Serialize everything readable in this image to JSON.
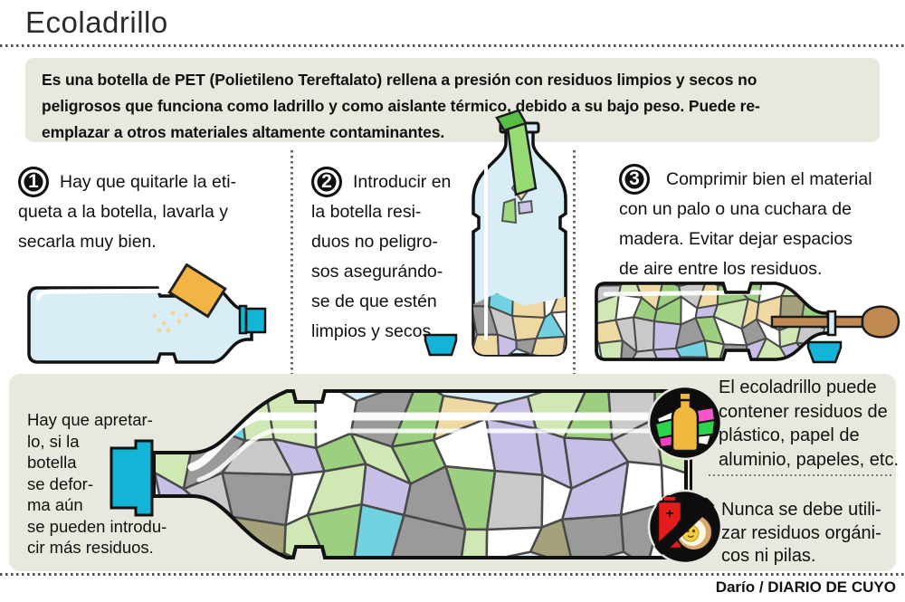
{
  "title": "Ecoladrillo",
  "intro": "Es una botella de PET (Polietileno Tereftalato) rellena a presión con residuos limpios y secos no\npeligrosos que funciona como ladrillo y como aislante térmico, debido a su bajo peso. Puede re-\nemplazar a otros materiales altamente contaminantes.",
  "steps": [
    {
      "number": "1",
      "text": "Hay que quitarle la eti-\nqueta a la botella, lavarla y\nsecarla muy bien."
    },
    {
      "number": "2",
      "text": "Introducir en\nla botella resi-\nduos no peligro-\nsos asegurándo-\nse de que estén\nlimpios y secos."
    },
    {
      "number": "3",
      "text": "Comprimir bien el material\ncon un palo o una cuchara de\nmadera. Evitar dejar espacios\nde aire entre los residuos."
    }
  ],
  "bottom": {
    "squeeze_note": "Hay que apretar-\nlo, si la\nbotella\nse defor-\nma aún\nse pueden introdu-\ncir más residuos.",
    "callouts": [
      {
        "icon": "plastic-waste-bottle-icon",
        "text": "El ecoladrillo puede\ncontener residuos de\nplástico, papel de\naluminio, papeles, etc."
      },
      {
        "icon": "no-battery-organic-icon",
        "text": "Nunca se debe utili-\nzar residuos orgáni-\ncos ni pilas."
      }
    ]
  },
  "credit": "Darío / DIARIO DE CUYO",
  "colors": {
    "banner_bg": "#e9e8de",
    "cap_cyan": "#14b4d6",
    "bottle_blue": "#d8edf5",
    "label_yellow": "#f2b545",
    "spoon_brown": "#c18a52",
    "mosaic_stroke": "#4a4a4a",
    "mosaic_palette": [
      "#9ccf7f",
      "#9ccf7f",
      "#9ccf7f",
      "#cfe8b4",
      "#cfe8b4",
      "#c7bfe6",
      "#c7bfe6",
      "#c7bfe6",
      "#9a9a9a",
      "#9a9a9a",
      "#9a9a9a",
      "#c9c9c9",
      "#eed9a3",
      "#eed9a3",
      "#a5a17a",
      "#72d2e2",
      "#ffffff",
      "#ffffff"
    ]
  }
}
